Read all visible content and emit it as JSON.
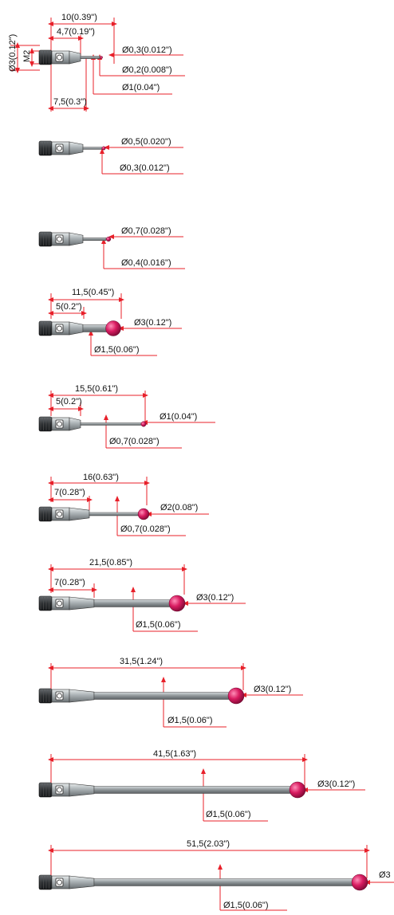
{
  "colors": {
    "dimension_line": "#e8202a",
    "ruby_ball": "#d81b60",
    "stylus_body": "#9aa0a3",
    "mount": "#3a3d40",
    "text": "#111111"
  },
  "icons": [
    "threaded-mount-icon",
    "ruby-ball-icon",
    "arrowhead-icon"
  ],
  "probe_1": {
    "overall_length": "10(0.39\")",
    "taper_length": "4,7(0.19\")",
    "tip_length": "7,5(0.3\")",
    "mount_diameter": "Ø3(0.12\")",
    "thread": "M2",
    "ball_diameter": "Ø0,3(0.012\")",
    "stem_diameter": "Ø0,2(0.008\")",
    "shank_diameter": "Ø1(0.04\")"
  },
  "probe_2": {
    "ball_diameter": "Ø0,5(0.020\")",
    "stem_diameter": "Ø0,3(0.012\")"
  },
  "probe_3": {
    "ball_diameter": "Ø0,7(0.028\")",
    "stem_diameter": "Ø0,4(0.016\")"
  },
  "probe_4": {
    "overall_length": "11,5(0.45\")",
    "taper_length": "5(0.2\")",
    "ball_diameter": "Ø3(0.12\")",
    "stem_diameter": "Ø1,5(0.06\")"
  },
  "probe_5": {
    "overall_length": "15,5(0.61\")",
    "taper_length": "5(0.2\")",
    "ball_diameter": "Ø1(0.04\")",
    "stem_diameter": "Ø0,7(0.028\")"
  },
  "probe_6": {
    "overall_length": "16(0.63\")",
    "taper_length": "7(0.28\")",
    "ball_diameter": "Ø2(0.08\")",
    "stem_diameter": "Ø0,7(0.028\")"
  },
  "probe_7": {
    "overall_length": "21,5(0.85\")",
    "taper_length": "7(0.28\")",
    "ball_diameter": "Ø3(0.12\")",
    "stem_diameter": "Ø1,5(0.06\")"
  },
  "probe_8": {
    "overall_length": "31,5(1.24\")",
    "ball_diameter": "Ø3(0.12\")",
    "stem_diameter": "Ø1,5(0.06\")"
  },
  "probe_9": {
    "overall_length": "41,5(1.63\")",
    "ball_diameter": "Ø3(0.12\")",
    "stem_diameter": "Ø1,5(0.06\")"
  },
  "probe_10": {
    "overall_length": "51,5(2.03\")",
    "ball_diameter": "Ø3",
    "stem_diameter": "Ø1,5(0.06\")"
  }
}
